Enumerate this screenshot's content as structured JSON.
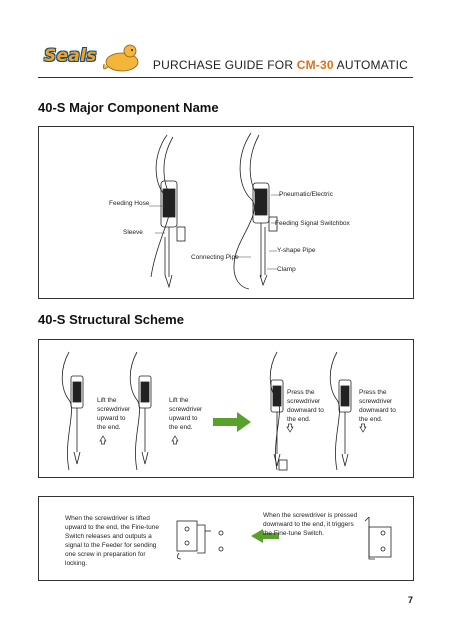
{
  "header": {
    "logo_text": "Seals",
    "title_prefix": "PURCHASE GUIDE FOR ",
    "title_model": "CM-30",
    "title_suffix": " AUTOMATIC"
  },
  "section1": {
    "title": "40-S Major Component Name",
    "labels": {
      "feeding_hose": "Feeding Hose",
      "sleeve": "Sleeve",
      "connecting_pipe": "Connecting Pipe",
      "pneumatic": "Pneumatic/Electric",
      "feeding_signal": "Feeding Signal Switchbox",
      "y_pipe": "Y-shape Pipe",
      "clamp": "Clamp"
    }
  },
  "section2": {
    "title": "40-S Structural Scheme",
    "steps": [
      {
        "text": "Lift the screwdriver upward to the end."
      },
      {
        "text": "Lift the screwdriver upward to the end."
      },
      {
        "text": "Press the screwdriver downward to the end."
      },
      {
        "text": "Press the screwdriver downward to the end."
      }
    ],
    "accent_color": "#5aa02c"
  },
  "section3": {
    "left_text": "When the screwdriver is lifted upward to the end, the Fine-tune Switch releases and outputs a signal to the Feeder for sending one screw in preparation for locking.",
    "right_text": "When the screwdriver is pressed downward to the end, it triggers the Fine-tune Switch."
  },
  "page_number": "7"
}
